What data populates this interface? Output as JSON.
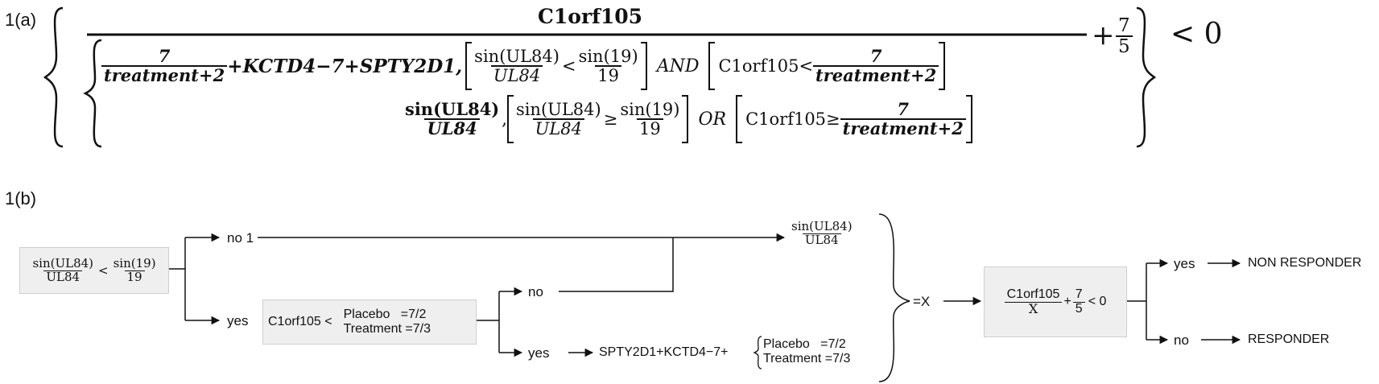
{
  "panel_a": {
    "label": "1(a)",
    "numerator": "C1orf105",
    "plus": "+",
    "frac_7_5": {
      "num": "7",
      "den": "5"
    },
    "inequality": "< 0",
    "case1": {
      "frac_num": "7",
      "frac_den": "treatment+2",
      "middle": "+KCTD4−7+SPTY2D1,",
      "cond_left_num": "sin(UL84)",
      "cond_left_den": "UL84",
      "cond_op": "<",
      "cond_right_num": "sin(19)",
      "cond_right_den": "19",
      "logic": "AND",
      "c_var": "C1orf105<",
      "c_num": "7",
      "c_den": "treatment+2"
    },
    "case2": {
      "val_num": "sin(UL84)",
      "val_den": "UL84",
      "comma": ",",
      "cond_left_num": "sin(UL84)",
      "cond_left_den": "UL84",
      "cond_op": "≥",
      "cond_right_num": "sin(19)",
      "cond_right_den": "19",
      "logic": "OR",
      "c_var": "C1orf105≥",
      "c_num": "7",
      "c_den": "treatment+2"
    }
  },
  "panel_b": {
    "label": "1(b)",
    "start_box": {
      "left_num": "sin(UL84)",
      "left_den": "UL84",
      "op": "<",
      "right_num": "sin(19)",
      "right_den": "19"
    },
    "no1_label": "no 1",
    "yes_label": "yes",
    "c1orf_box": {
      "var": "C1orf105 <",
      "placebo": "Placebo   =7/2",
      "treatment": "Treatment =7/3"
    },
    "no_label": "no",
    "yes2_label": "yes",
    "sum_text": "SPTY2D1+KCTD4−7+",
    "sum_placebo": "Placebo   =7/2",
    "sum_treatment": "Treatment =7/3",
    "result_frac": {
      "num": "sin(UL84)",
      "den": "UL84"
    },
    "eq_x": "=X",
    "final_box": {
      "num": "C1orf105",
      "den": "X",
      "plus": "+",
      "f_num": "7",
      "f_den": "5",
      "ineq": "< 0"
    },
    "yes_final": "yes",
    "no_final": "no",
    "non_responder": "NON RESPONDER",
    "responder": "RESPONDER"
  }
}
